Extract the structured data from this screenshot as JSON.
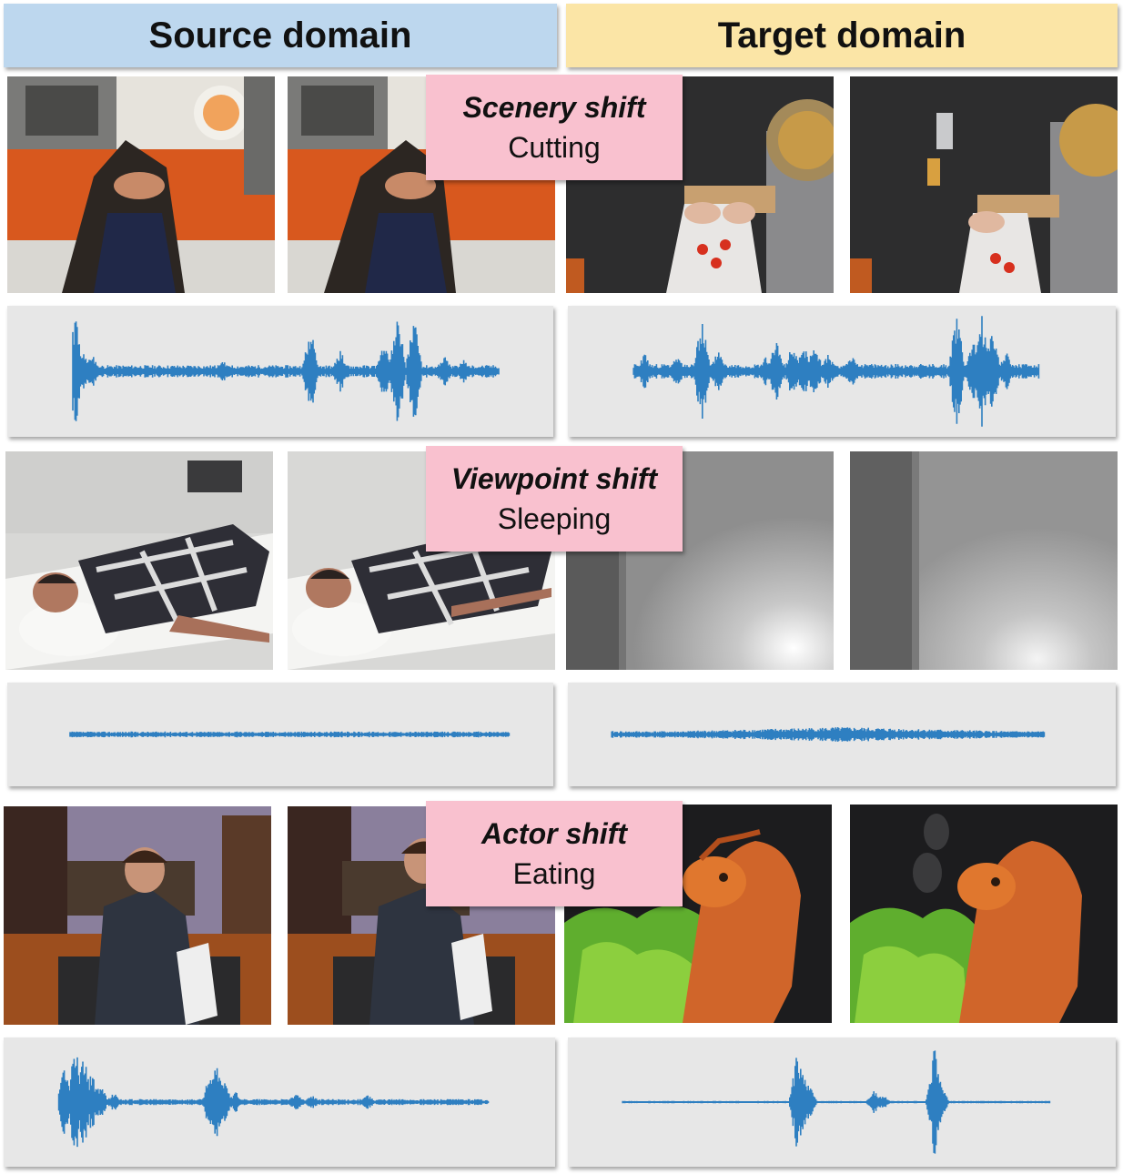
{
  "headers": {
    "source": "Source domain",
    "target": "Target domain"
  },
  "shifts": [
    {
      "name": "Scenery shift",
      "action": "Cutting"
    },
    {
      "name": "Viewpoint shift",
      "action": "Sleeping"
    },
    {
      "name": "Actor shift",
      "action": "Eating"
    }
  ],
  "colors": {
    "source_header": "#bdd7ee",
    "target_header": "#fbe5a6",
    "label_box": "#f9c1cf",
    "waveform": "#2e7fc1",
    "wave_panel": "#e7e7e7"
  }
}
